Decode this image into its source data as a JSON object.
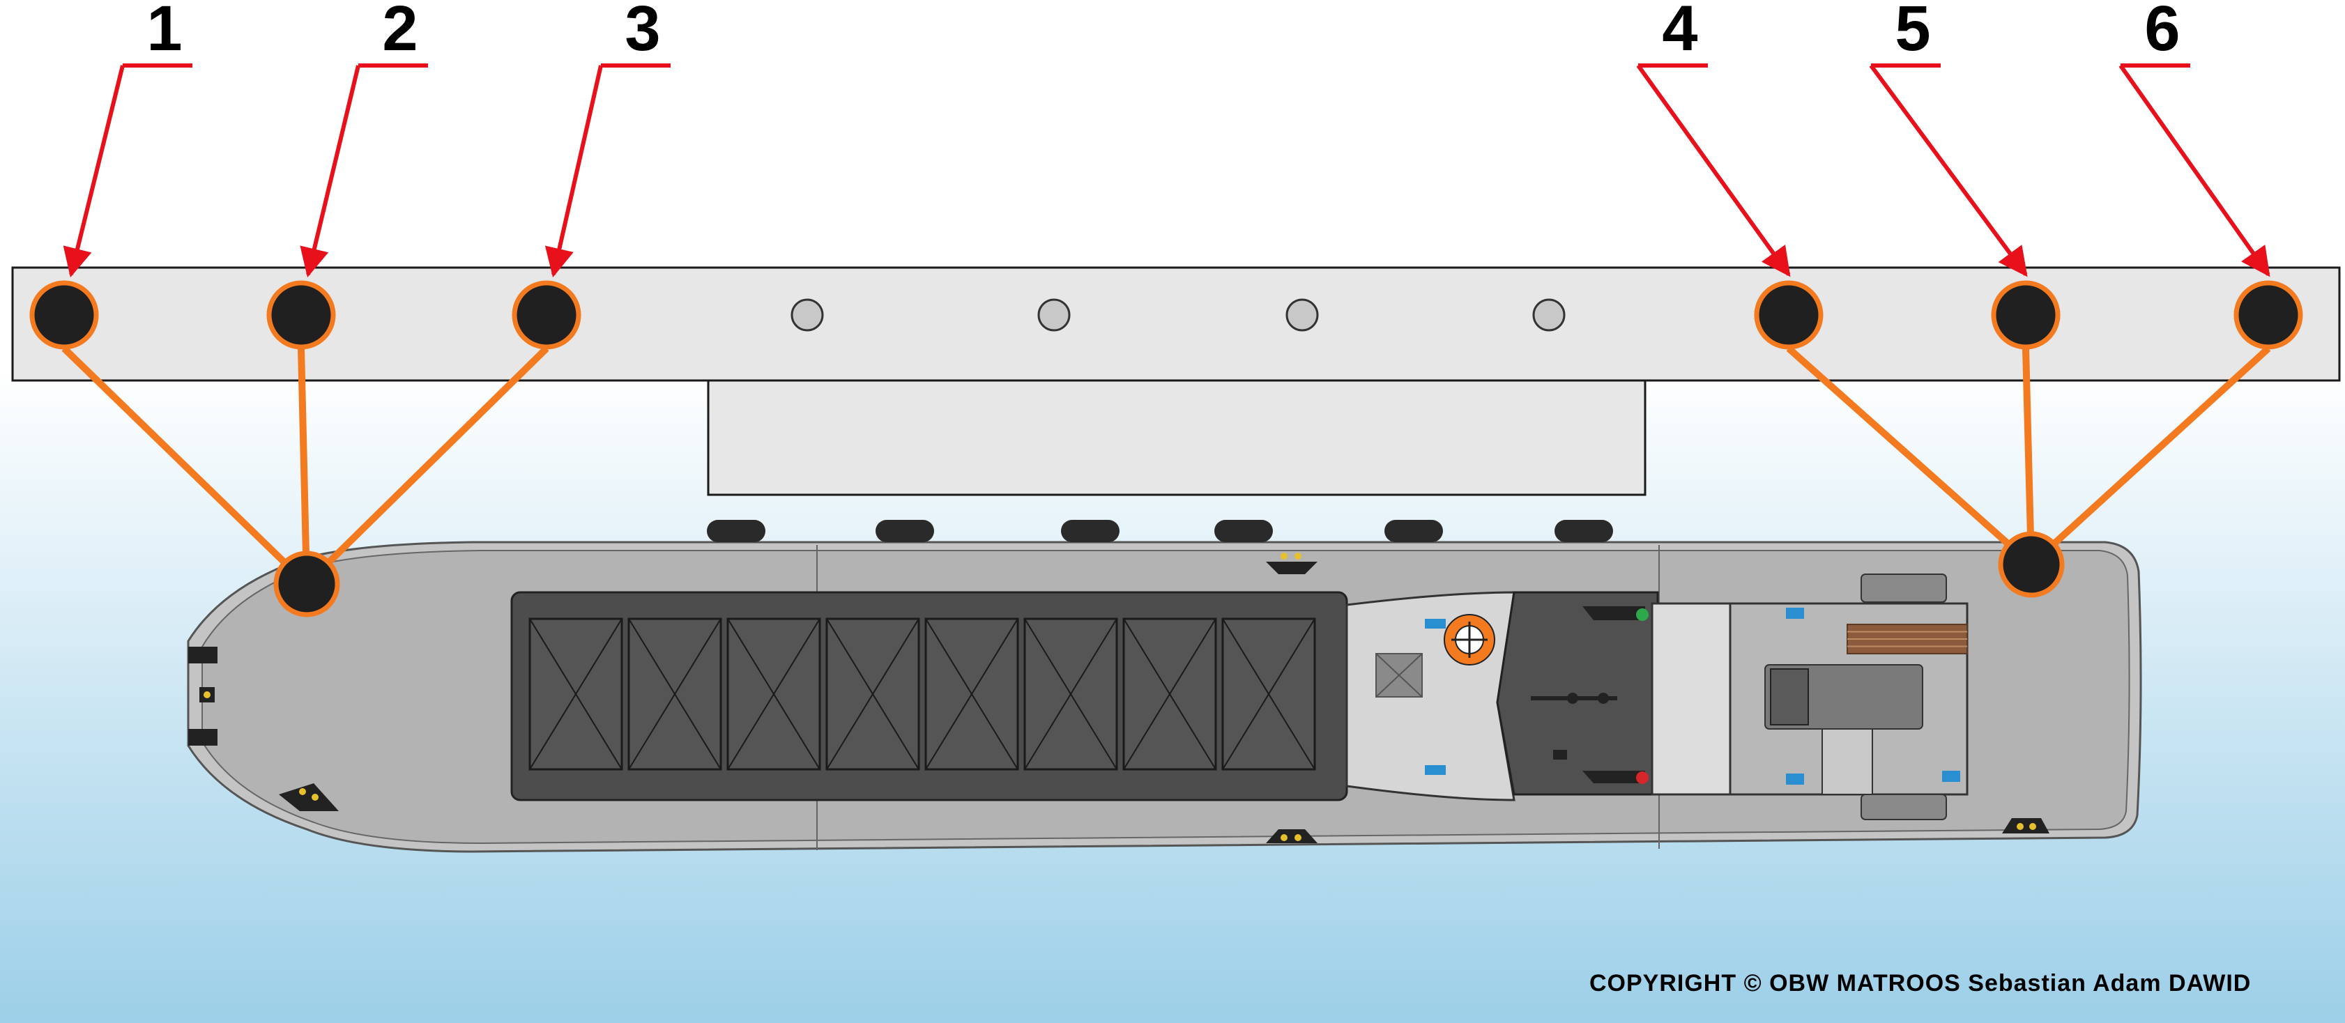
{
  "mooring_points": [
    {
      "number": "1"
    },
    {
      "number": "2"
    },
    {
      "number": "3"
    },
    {
      "number": "4"
    },
    {
      "number": "5"
    },
    {
      "number": "6"
    }
  ],
  "colors": {
    "arrow": "#e8101a",
    "mooring_line": "#f47a20",
    "bollard": "#202020",
    "quay": "#e6e7e6",
    "hull": "#b3b3b3",
    "cargo_hold": "#4d4d4d",
    "water_top": "#ffffff",
    "water_bottom": "#9ccfe8"
  },
  "copyright": "COPYRIGHT © OBW MATROOS Sebastian Adam DAWID"
}
